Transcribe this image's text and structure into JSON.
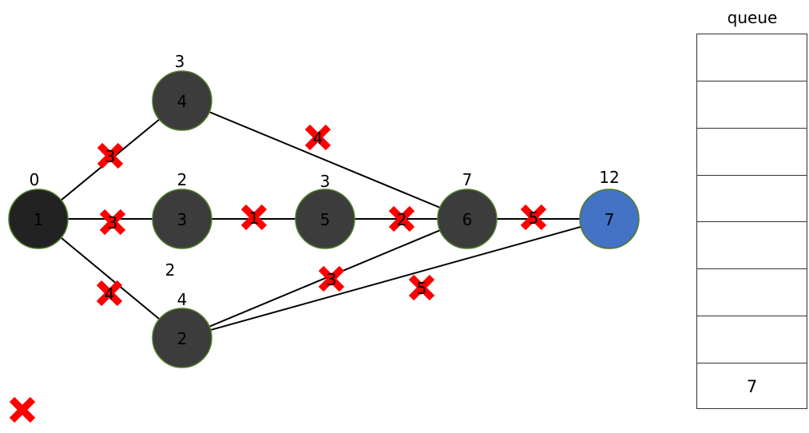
{
  "graph": {
    "nodes": [
      {
        "id": "n1",
        "label": "1",
        "dist": "0",
        "fill": "#222222"
      },
      {
        "id": "n4",
        "label": "4",
        "dist": "3",
        "fill": "#3c3c3c"
      },
      {
        "id": "n3",
        "label": "3",
        "dist": "2",
        "fill": "#3c3c3c"
      },
      {
        "id": "n5",
        "label": "5",
        "dist": "3",
        "fill": "#3c3c3c"
      },
      {
        "id": "n6",
        "label": "6",
        "dist": "7",
        "fill": "#3c3c3c"
      },
      {
        "id": "n7",
        "label": "7",
        "dist": "12",
        "fill": "#4472c4"
      },
      {
        "id": "n2",
        "label": "2",
        "dist": "4",
        "fill": "#3c3c3c"
      }
    ],
    "struck_dist": "2",
    "edges": [
      {
        "from": "n1",
        "to": "n4",
        "weight": "3"
      },
      {
        "from": "n1",
        "to": "n3",
        "weight": "3"
      },
      {
        "from": "n1",
        "to": "n2",
        "weight": "4"
      },
      {
        "from": "n4",
        "to": "n6",
        "weight": "4"
      },
      {
        "from": "n3",
        "to": "n5",
        "weight": "1"
      },
      {
        "from": "n5",
        "to": "n6",
        "weight": "2"
      },
      {
        "from": "n6",
        "to": "n7",
        "weight": "5"
      },
      {
        "from": "n2",
        "to": "n6",
        "weight": "3"
      },
      {
        "from": "n2",
        "to": "n7",
        "weight": "5"
      }
    ],
    "colors": {
      "cross": "#ff0000",
      "node_border": "#4f7a28",
      "edge": "#000000"
    }
  },
  "queue": {
    "title": "queue",
    "cells": [
      "",
      "",
      "",
      "",
      "",
      "",
      "",
      "7"
    ]
  }
}
